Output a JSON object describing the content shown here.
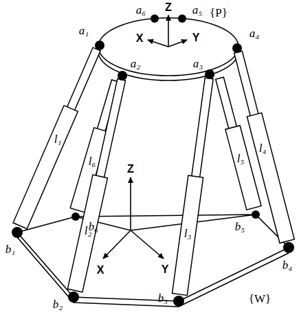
{
  "diagram": {
    "labels": [
      "a₆",
      "a₅",
      "Z",
      "{P}",
      "a₁",
      "X",
      "Y",
      "a₄",
      "a₂",
      "a₃",
      "l₆",
      "l₅",
      "l₁",
      "l₄",
      "Z",
      "b₆",
      "b₅",
      "b₁",
      "l₂",
      "l₃",
      "X",
      "Y",
      "b₄",
      "b₂",
      "b₃",
      "{W}"
    ]
  }
}
